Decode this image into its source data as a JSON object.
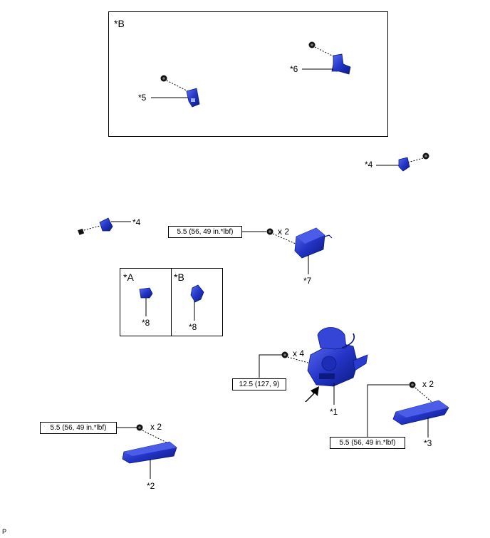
{
  "view_labels": {
    "b_view": "*B",
    "a_inset": "*A",
    "b_inset": "*B"
  },
  "callouts": {
    "c1": "*1",
    "c2": "*2",
    "c3": "*3",
    "c4_top": "*4",
    "c4_left": "*4",
    "c5": "*5",
    "c6": "*6",
    "c7": "*7",
    "c8_a": "*8",
    "c8_b": "*8"
  },
  "torques": {
    "t7": "5.5 (56, 49 in.*lbf)",
    "t1": "12.5 (127, 9)",
    "t2": "5.5 (56, 49 in.*lbf)",
    "t3": "5.5 (56, 49 in.*lbf)"
  },
  "quantities": {
    "q7": "x 2",
    "q1": "x 4",
    "q2": "x 2",
    "q3": "x 2"
  },
  "footer_code": "P",
  "colors": {
    "part_blue": "#2435c8",
    "part_dark": "#0c1a80",
    "line": "#000000"
  }
}
